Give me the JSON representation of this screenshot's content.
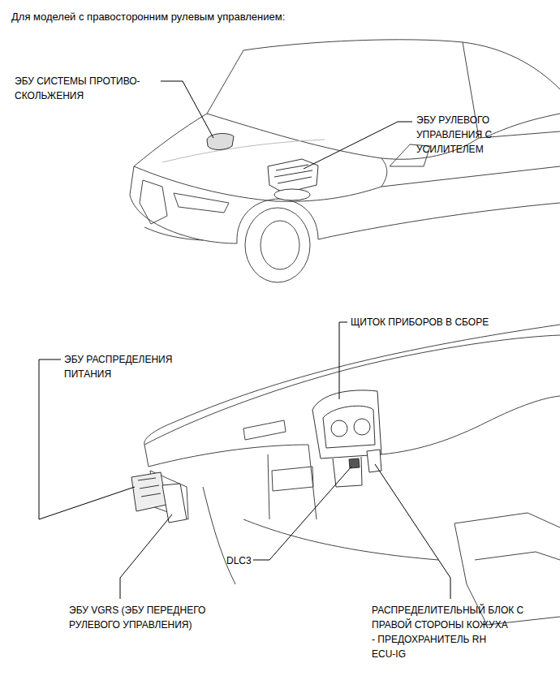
{
  "diagram": {
    "title": "Для моделей с правосторонним рулевым управлением:",
    "labels": [
      "ЭБУ СИСТЕМЫ ПРОТИВО- СКОЛЬЖЕНИЯ",
      "ЭБУ РУЛЕВОГО УПРАВЛЕНИЯ С УСИЛИТЕЛЕМ",
      "ЩИТОК ПРИБОРОВ В СБОРЕ",
      "ЭБУ РАСПРЕДЕЛЕНИЯ ПИТАНИЯ",
      "DLC3",
      "ЭБУ VGRS (ЭБУ ПЕРЕДНЕГО РУЛЕВОГО УПРАВЛЕНИЯ)",
      "РАСПРЕДЕЛИТЕЛЬНЫЙ БЛОК С ПРАВОЙ СТОРОНЫ КОЖУХА",
      "- ПРЕДОХРАНИТЕЛЬ RH ECU-IG"
    ]
  }
}
